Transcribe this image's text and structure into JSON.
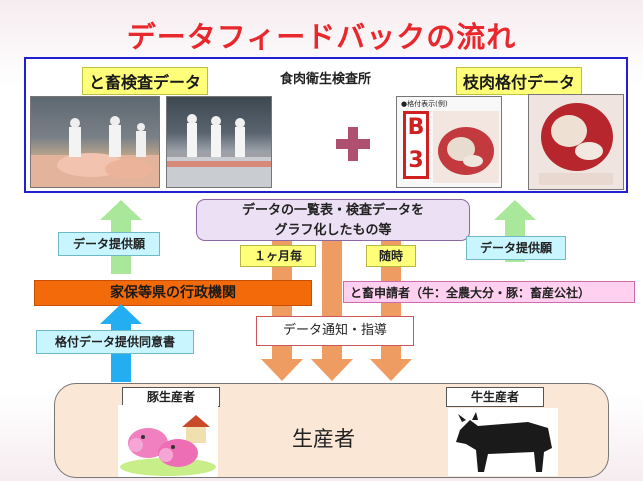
{
  "title": "データフィードバックの流れ",
  "inspection": {
    "center_label": "食肉衛生検査所",
    "slaughter_data": "と畜検査データ",
    "carcass_data": "枝肉格付データ",
    "grade_label": "●格付表示(例)",
    "grade_code": "B3"
  },
  "summary_box": {
    "line1": "データの一覧表・検査データを",
    "line2": "グラフ化したもの等"
  },
  "request_left": "データ提供願",
  "request_right": "データ提供願",
  "monthly": "１ヶ月毎",
  "anytime": "随時",
  "admin": "家保等県の行政機関",
  "applicants": "と畜申請者（牛：全農大分・豚：畜産公社）",
  "consent": "格付データ提供同意書",
  "notice": "データ通知・指導",
  "producers": {
    "pig": "豚生産者",
    "cattle": "牛生産者",
    "main": "生産者"
  },
  "colors": {
    "title": "#e8282c",
    "frame": "#2020d0",
    "orange": "#f26a0a",
    "arrow_orange": "#ef9c62",
    "arrow_green": "#a9e79a",
    "arrow_blue": "#22aef0"
  }
}
